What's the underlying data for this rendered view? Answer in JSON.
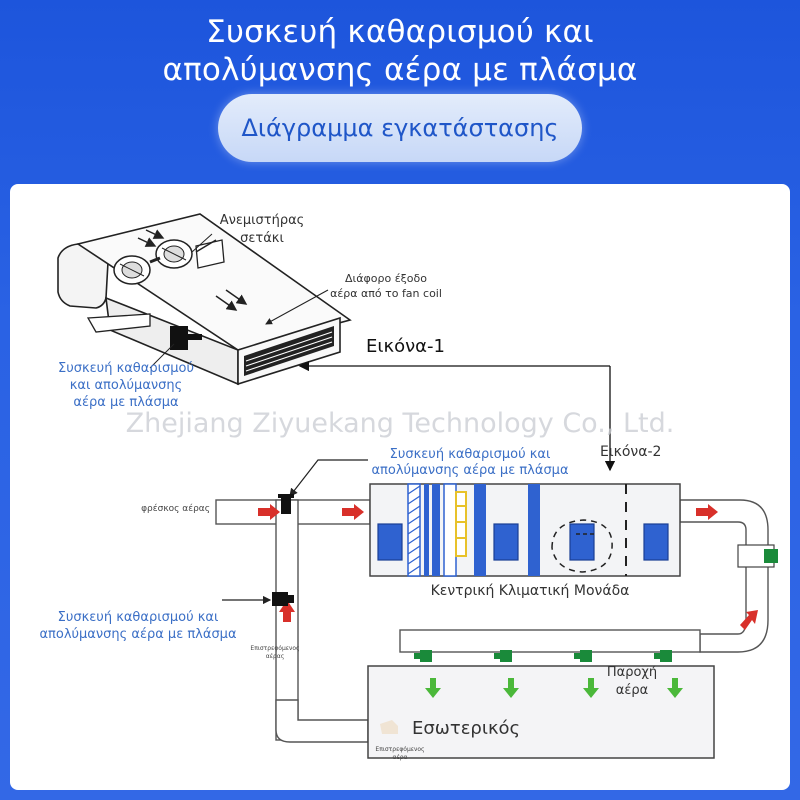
{
  "header": {
    "title_line1": "Συσκευή καθαρισμού και",
    "title_line2": "απολύμανσης αέρα με πλάσμα",
    "subtitle": "Διάγραμμα εγκατάστασης"
  },
  "figure1": {
    "fan_label_1": "Ανεμιστήρας",
    "fan_label_2": "σετάκι",
    "outlet_label_1": "Διάφορο έξοδο",
    "outlet_label_2": "αέρα από το fan coil",
    "device_label_1": "Συσκευή καθαρισμού",
    "device_label_2": "και απολύμανσης",
    "device_label_3": "αέρα με πλάσμα",
    "caption": "Εικόνα-1"
  },
  "watermark": "Zhejiang Ziyuekang Technology Co., Ltd.",
  "figure2": {
    "caption": "Εικόνα-2",
    "top_device_1": "Συσκευή καθαρισμού και",
    "top_device_2": "απολύμανσης αέρα με πλάσμα",
    "fresh_air": "φρέσκος αέρας",
    "ahu_label": "Κεντρική Κλιματική Μονάδα",
    "return_device_1": "Συσκευή καθαρισμού και",
    "return_device_2": "απολύμανσης αέρα με πλάσμα",
    "return_air_small_1": "Επιστρεφόμενος",
    "return_air_small_2": "αέρας",
    "supply_1": "Παροχή",
    "supply_2": "αέρα",
    "indoor": "Εσωτερικός",
    "bottom_return_1": "Επιστρεφόμενος",
    "bottom_return_2": "αέρα"
  },
  "colors": {
    "background": "#1d55dc",
    "label_blue": "#3b6fc6",
    "filter_blue": "#2f62d0",
    "arrow_red": "#d8302a",
    "device_green": "#1a8a3a",
    "supply_green": "#4bb83a"
  }
}
